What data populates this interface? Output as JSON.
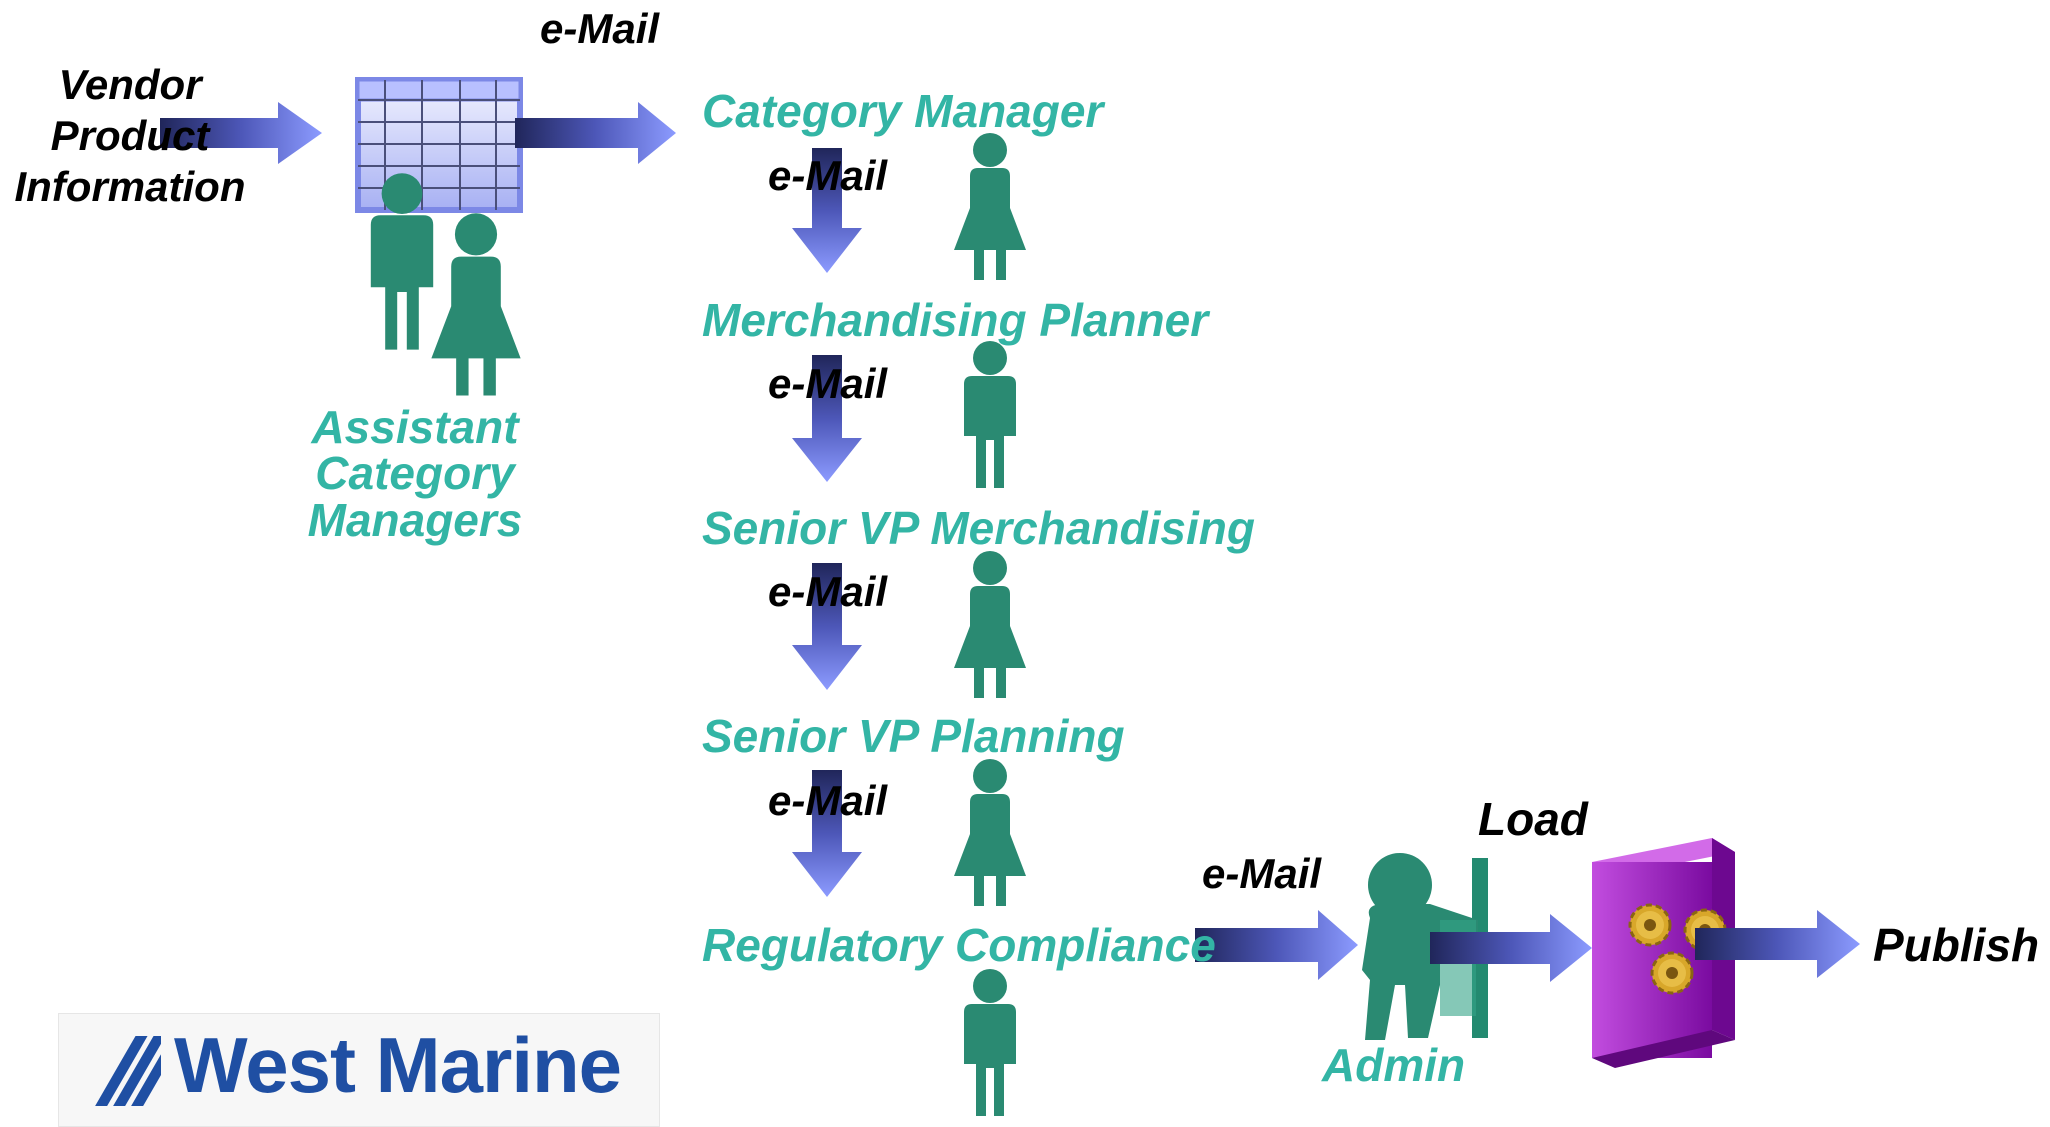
{
  "source": {
    "line1": "Vendor",
    "line2": "Product",
    "line3": "Information"
  },
  "top_email": "e-Mail",
  "assistant": {
    "line1": "Assistant",
    "line2": "Category",
    "line3": "Managers"
  },
  "roles": [
    "Category Manager",
    "Merchandising Planner",
    "Senior VP Merchandising",
    "Senior VP Planning",
    "Regulatory Compliance"
  ],
  "chain_emails": [
    "e-Mail",
    "e-Mail",
    "e-Mail",
    "e-Mail"
  ],
  "admin_email": "e-Mail",
  "admin_label": "Admin",
  "load_label": "Load",
  "publish_label": "Publish",
  "logo_text": "West Marine",
  "colors": {
    "role_text": "#33b5a5",
    "person": "#2a8a72",
    "arrow": "#7080f0",
    "server": "#9b12c4",
    "logo": "#1f4fa3"
  }
}
